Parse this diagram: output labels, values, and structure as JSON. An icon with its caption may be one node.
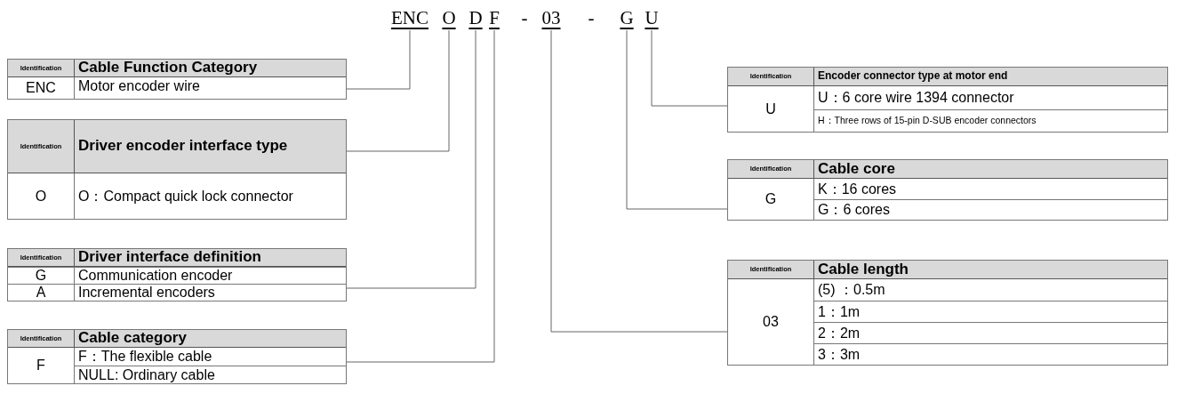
{
  "diagram": {
    "nodes": [
      {
        "text": [
          "ENC"
        ]
      },
      {
        "text": [
          "O"
        ]
      },
      {
        "text": [
          "D"
        ]
      },
      {
        "text": [
          "F"
        ]
      },
      {
        "text": [
          "03"
        ]
      },
      {
        "text": [
          "G"
        ]
      },
      {
        "text": [
          "U"
        ]
      },
      {
        "text": [
          "Identification",
          "Cable Function Category",
          "ENC",
          "Motor encoder wire"
        ]
      },
      {
        "text": [
          "Identification",
          "Driver encoder interface type",
          "O",
          "O：Compact quick lock connector"
        ]
      },
      {
        "text": [
          "Identification",
          "Driver interface definition",
          "G",
          "Communication encoder",
          "A",
          "Incremental encoders"
        ]
      },
      {
        "text": [
          "Identification",
          "Cable category",
          "F",
          "F：The flexible cable",
          "NULL: Ordinary cable"
        ]
      },
      {
        "text": [
          "Identification",
          "Encoder connector type at motor end",
          "U",
          "U：6 core wire 1394 connector",
          "H：Three rows of 15-pin D-SUB encoder connectors"
        ]
      },
      {
        "text": [
          "Identification",
          "Cable core",
          "G",
          "K：16 cores",
          "G：6 cores"
        ]
      },
      {
        "text": [
          "Identification",
          "Cable length",
          "03",
          "(5) ：0.5m",
          "1：1m",
          "2：2m",
          "3：3m"
        ]
      }
    ],
    "edges": [
      {
        "from": 0,
        "to": 7,
        "arrow": "none"
      },
      {
        "from": 1,
        "to": 8,
        "arrow": "none"
      },
      {
        "from": 2,
        "to": 9,
        "arrow": "none"
      },
      {
        "from": 3,
        "to": 10,
        "arrow": "none"
      },
      {
        "from": 4,
        "to": 13,
        "arrow": "none"
      },
      {
        "from": 5,
        "to": 12,
        "arrow": "none"
      },
      {
        "from": 6,
        "to": 11,
        "arrow": "none"
      }
    ],
    "labels": [
      "-",
      "-"
    ]
  }
}
